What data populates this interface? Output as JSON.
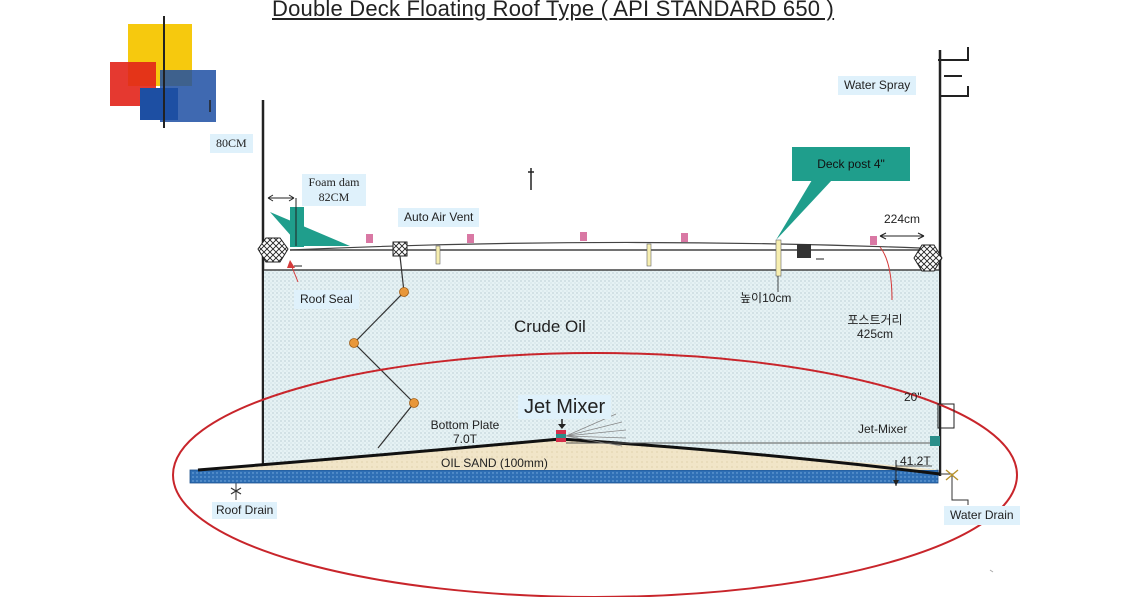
{
  "title": "Double Deck Floating Roof Type ( API STANDARD 650 )",
  "labels": {
    "water_spray": "Water Spray",
    "eighty_cm": "80CM",
    "foam_dam": "Foam dam",
    "foam_dam_size": "82CM",
    "auto_air_vent": "Auto Air Vent",
    "deck_post": "Deck post 4\"",
    "dim_224": "224cm",
    "roof_seal": "Roof Seal",
    "height_10": "높이10cm",
    "crude_oil": "Crude Oil",
    "post_spacing": "포스트거리",
    "post_spacing_value": "425cm",
    "size_20": "20\"",
    "jet_mixer_main": "Jet Mixer",
    "jet_mixer_side": "Jet-Mixer",
    "bottom_plate": "Bottom Plate",
    "bottom_plate_value": "7.0T",
    "oil_sand": "OIL SAND (100mm)",
    "thickness_41": "41.2T",
    "roof_drain": "Roof Drain",
    "water_drain": "Water Drain"
  },
  "colors": {
    "oil_fill": "#e6f2f4",
    "foam": "#1f9e8c",
    "label_bg": "#dff1fb",
    "ring": "#c8252b",
    "sand": "#f1e5c8",
    "foundation": "#2f6fb5",
    "logo_yellow": "#f6c90e",
    "logo_red": "#e2231a",
    "logo_blue": "#1d4fa3"
  }
}
